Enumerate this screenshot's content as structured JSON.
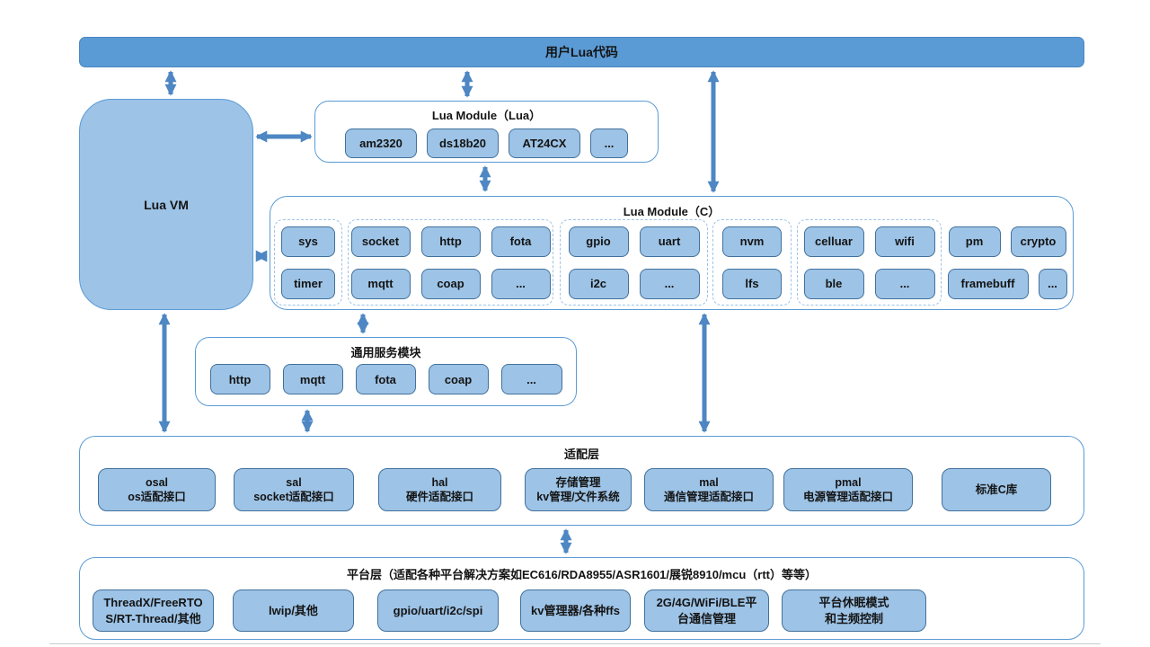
{
  "colors": {
    "bar_fill": "#5B9BD5",
    "chip_fill": "#9DC3E6",
    "chip_border": "#41719C",
    "container_border": "#5B9BD5",
    "dashed_border": "#9DC3E6",
    "arrow": "#4E87C3"
  },
  "top_bar": {
    "label": "用户Lua代码"
  },
  "lua_vm": {
    "label": "Lua VM"
  },
  "lua_module_lua": {
    "title": "Lua Module（Lua）",
    "chips": [
      "am2320",
      "ds18b20",
      "AT24CX",
      "..."
    ]
  },
  "lua_module_c": {
    "title": "Lua Module（C）",
    "groups": [
      {
        "row1": [
          "sys"
        ],
        "row2": [
          "timer"
        ]
      },
      {
        "row1": [
          "socket",
          "http",
          "fota"
        ],
        "row2": [
          "mqtt",
          "coap",
          "..."
        ]
      },
      {
        "row1": [
          "gpio",
          "uart"
        ],
        "row2": [
          "i2c",
          "..."
        ]
      },
      {
        "row1": [
          "nvm"
        ],
        "row2": [
          "lfs"
        ]
      },
      {
        "row1": [
          "celluar",
          "wifi"
        ],
        "row2": [
          "ble",
          "..."
        ]
      },
      {
        "row1": [
          "pm",
          "crypto"
        ],
        "row2": [
          "framebuff",
          "..."
        ]
      }
    ]
  },
  "common_services": {
    "title": "通用服务模块",
    "chips": [
      "http",
      "mqtt",
      "fota",
      "coap",
      "..."
    ]
  },
  "adapter_layer": {
    "title": "适配层",
    "items": [
      {
        "line1": "osal",
        "line2": "os适配接口"
      },
      {
        "line1": "sal",
        "line2": "socket适配接口"
      },
      {
        "line1": "hal",
        "line2": "硬件适配接口"
      },
      {
        "line1": "存储管理",
        "line2": "kv管理/文件系统"
      },
      {
        "line1": "mal",
        "line2": "通信管理适配接口"
      },
      {
        "line1": "pmal",
        "line2": "电源管理适配接口"
      },
      {
        "line1": "标准C库",
        "line2": ""
      }
    ]
  },
  "platform_layer": {
    "title": "平台层（适配各种平台解决方案如EC616/RDA8955/ASR1601/展锐8910/mcu（rtt）等等）",
    "items": [
      {
        "line1": "ThreadX/FreeRTO",
        "line2": "S/RT-Thread/其他"
      },
      {
        "line1": "lwip/其他",
        "line2": ""
      },
      {
        "line1": "gpio/uart/i2c/spi",
        "line2": ""
      },
      {
        "line1": "kv管理器/各种ffs",
        "line2": ""
      },
      {
        "line1": "2G/4G/WiFi/BLE平",
        "line2": "台通信管理"
      },
      {
        "line1": "平台休眠模式",
        "line2": "和主频控制"
      }
    ]
  }
}
